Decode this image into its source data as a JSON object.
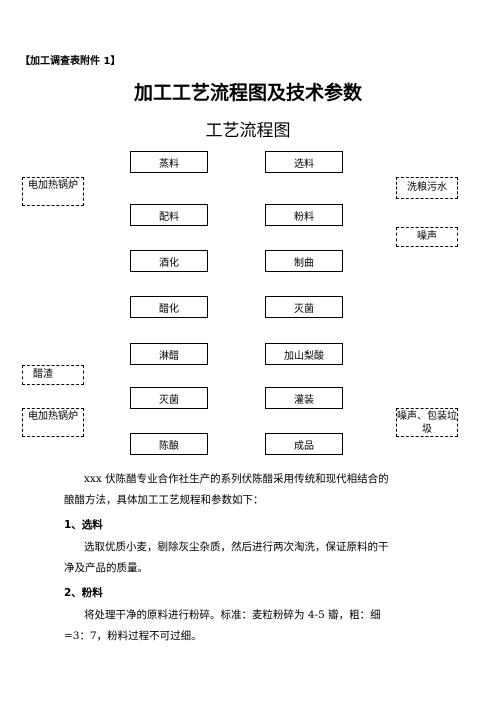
{
  "header": {
    "annex": "【加工调查表附件 1】",
    "title": "加工工艺流程图及技术参数",
    "subtitle": "工艺流程图"
  },
  "flow": {
    "left": [
      "蒸料",
      "配料",
      "酒化",
      "醋化",
      "淋醋",
      "灭菌",
      "陈酿"
    ],
    "right": [
      "选料",
      "粉料",
      "制曲",
      "灭菌",
      "加山梨酸",
      "灌装",
      "成品"
    ]
  },
  "notes": {
    "left_1": "电加热锅炉",
    "left_2": "醋渣",
    "left_3": "电加热锅炉",
    "right_1": "洗粮污水",
    "right_2": "噪声",
    "right_3": "噪声、包装垃圾"
  },
  "body": {
    "intro_1": "xxx 伏陈醋专业合作社生产的系列伏陈醋采用传统和现代相结合的",
    "intro_2": "酿醋方法，具体加工工艺规程和参数如下：",
    "s1_heading": "1、选料",
    "s1_line1": "选取优质小麦，剔除灰尘杂质，然后进行两次淘洗，保证原料的干",
    "s1_line2": "净及产品的质量。",
    "s2_heading": "2、粉料",
    "s2_line1": "将处理干净的原料进行粉碎。标准：麦粒粉碎为 4-5 瓣，粗：细",
    "s2_line2": "=3：7，粉料过程不可过细。"
  }
}
